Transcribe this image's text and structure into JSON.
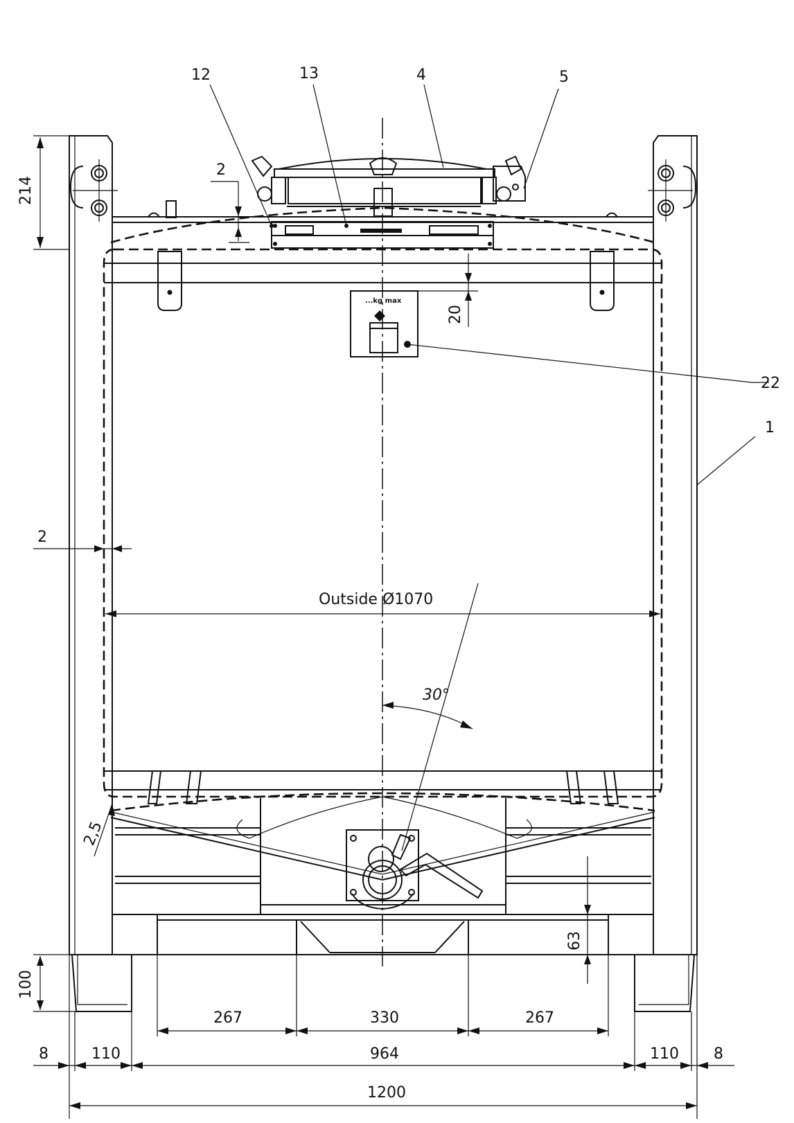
{
  "callouts": {
    "c12": "12",
    "c13": "13",
    "c4": "4",
    "c5": "5",
    "c22": "22",
    "c1": "1"
  },
  "dimensions": {
    "frame_top_height": "214",
    "lid_gap": "2",
    "wall_gap": "2",
    "label_offset": "20",
    "outside_diameter": "Outside Ø1070",
    "outlet_angle": "30°",
    "bottom_gap": "2,5",
    "pallet_clearance": "63",
    "foot_height": "100",
    "span_left": "267",
    "span_middle": "330",
    "span_right": "267",
    "edge_left": "8",
    "foot_left": "110",
    "inner_width": "964",
    "foot_right": "110",
    "edge_right": "8",
    "overall_width": "1200"
  },
  "label_plate": {
    "text": "...kg max"
  }
}
